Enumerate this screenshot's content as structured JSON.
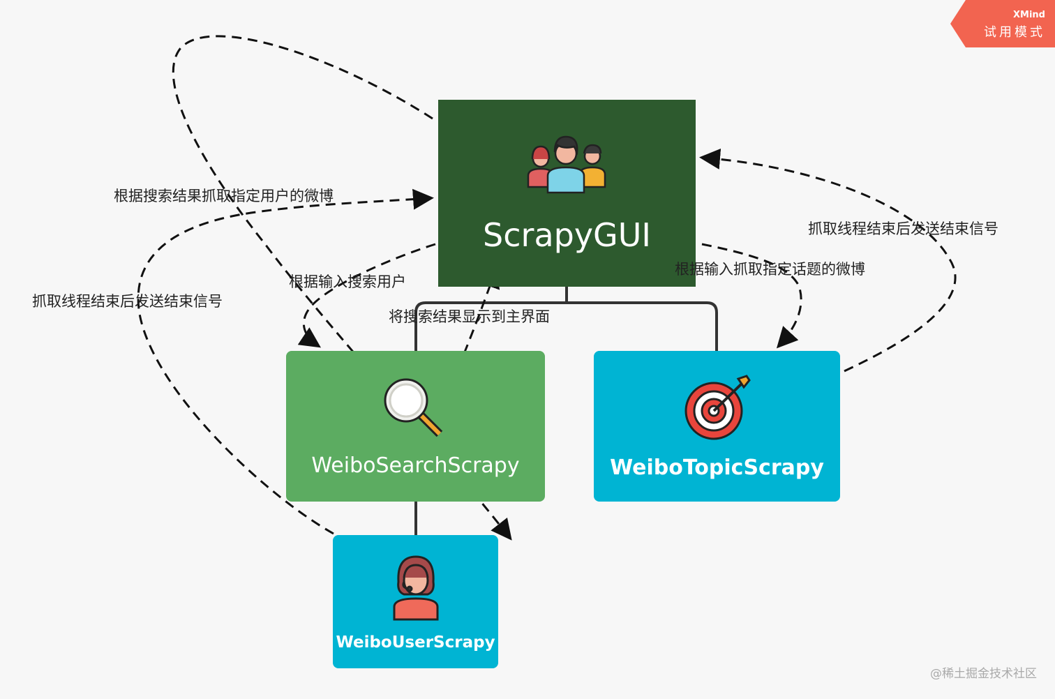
{
  "nodes": {
    "root": {
      "title": "ScrapyGUI",
      "icon": "team-icon",
      "color": "#2d5a2e"
    },
    "search": {
      "title": "WeiboSearchScrapy",
      "icon": "magnifier-icon",
      "color": "#5cac61"
    },
    "topic": {
      "title": "WeiboTopicScrapy",
      "icon": "target-icon",
      "color": "#00b4d3"
    },
    "user": {
      "title": "WeiboUserScrapy",
      "icon": "user-headset-icon",
      "color": "#00b4d3"
    }
  },
  "relationships": {
    "fetch_user_weibo": "根据搜索结果抓取指定用户的微博",
    "search_user_by_input": "根据输入搜索用户",
    "search_thread_done_left": "抓取线程结束后发送结束信号",
    "show_results": "将搜索结果显示到主界面",
    "fetch_topic_weibo": "根据输入抓取指定话题的微博",
    "topic_thread_done_right": "抓取线程结束后发送结束信号"
  },
  "badge": {
    "brand": "XMind",
    "mode": "试用模式",
    "color": "#f26450"
  },
  "watermark": "@稀土掘金技术社区"
}
